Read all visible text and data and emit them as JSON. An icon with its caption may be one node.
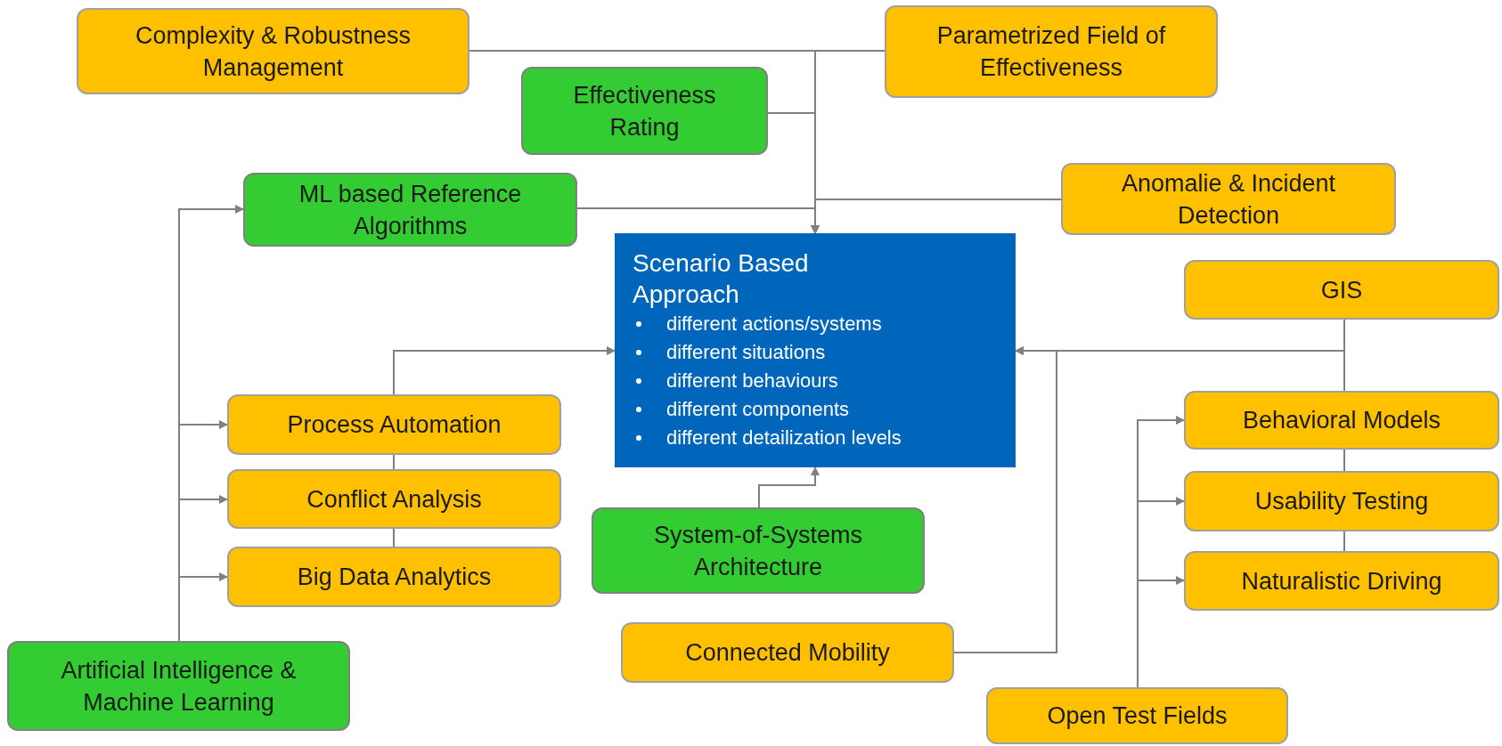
{
  "diagram": {
    "nodes": [
      {
        "text": [
          "Complexity & Robustness Management"
        ]
      },
      {
        "text": [
          "Parametrized Field of Effectiveness"
        ]
      },
      {
        "text": [
          "Effectiveness Rating"
        ]
      },
      {
        "text": [
          "ML based Reference Algorithms"
        ]
      },
      {
        "text": [
          "Anomalie & Incident Detection"
        ]
      },
      {
        "text": [
          "Scenario Based Approach",
          "different actions/systems",
          "different situations",
          "different behaviours",
          "different components",
          "different detailization levels"
        ]
      },
      {
        "text": [
          "GIS"
        ]
      },
      {
        "text": [
          "Process Automation"
        ]
      },
      {
        "text": [
          "Behavioral Models"
        ]
      },
      {
        "text": [
          "Conflict Analysis"
        ]
      },
      {
        "text": [
          "Usability Testing"
        ]
      },
      {
        "text": [
          "System-of-Systems Architecture"
        ]
      },
      {
        "text": [
          "Big Data Analytics"
        ]
      },
      {
        "text": [
          "Naturalistic Driving"
        ]
      },
      {
        "text": [
          "Connected Mobility"
        ]
      },
      {
        "text": [
          "Artificial Intelligence & Machine Learning"
        ]
      },
      {
        "text": [
          "Open Test Fields"
        ]
      }
    ],
    "edges": [
      {
        "from": 0,
        "to": 5,
        "arrow": "to"
      },
      {
        "from": 1,
        "to": 5,
        "arrow": "to"
      },
      {
        "from": 2,
        "to": 5,
        "arrow": "to"
      },
      {
        "from": 3,
        "to": 5,
        "arrow": "to"
      },
      {
        "from": 4,
        "to": 5,
        "arrow": "to"
      },
      {
        "from": 7,
        "to": 5,
        "arrow": "to"
      },
      {
        "from": 9,
        "to": 7,
        "arrow": "none"
      },
      {
        "from": 12,
        "to": 9,
        "arrow": "none"
      },
      {
        "from": 6,
        "to": 5,
        "arrow": "to"
      },
      {
        "from": 8,
        "to": 6,
        "arrow": "none"
      },
      {
        "from": 10,
        "to": 8,
        "arrow": "none"
      },
      {
        "from": 13,
        "to": 10,
        "arrow": "none"
      },
      {
        "from": 14,
        "to": 5,
        "arrow": "to"
      },
      {
        "from": 11,
        "to": 5,
        "arrow": "to"
      },
      {
        "from": 15,
        "to": 3,
        "arrow": "to"
      },
      {
        "from": 15,
        "to": 7,
        "arrow": "to"
      },
      {
        "from": 15,
        "to": 9,
        "arrow": "to"
      },
      {
        "from": 15,
        "to": 12,
        "arrow": "to"
      },
      {
        "from": 16,
        "to": 8,
        "arrow": "to"
      },
      {
        "from": 16,
        "to": 10,
        "arrow": "to"
      },
      {
        "from": 16,
        "to": 13,
        "arrow": "to"
      }
    ]
  }
}
